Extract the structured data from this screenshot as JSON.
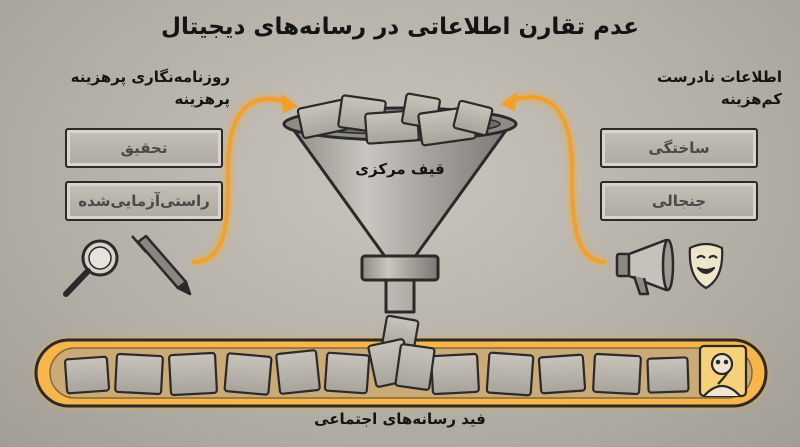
{
  "title": "عدم تقارن اطلاعاتی در رسانه‌های دیجیتال",
  "left_group": {
    "heading_line1": "روزنامه‌نگاری پرهزینه",
    "heading_line2": "پرهزینه",
    "blocks": [
      "تحقیق",
      "راستی‌آزمایی‌شده"
    ],
    "icons": [
      "magnifier-icon",
      "pen-icon"
    ]
  },
  "right_group": {
    "heading_line1": "اطلاعات نادرست",
    "heading_line2": "کم‌هزینه",
    "blocks": [
      "ساختگی",
      "جنجالی"
    ],
    "icons": [
      "megaphone-icon",
      "theater-masks-icon"
    ]
  },
  "funnel": {
    "label": "قیف مرکزی"
  },
  "feed": {
    "label": "فید رسانه‌های اجتماعی",
    "icon": "thinking-person-icon"
  },
  "colors": {
    "glow": "#f6a82a",
    "stroke": "#2a2a2a",
    "stone": "#bdb9b1"
  }
}
